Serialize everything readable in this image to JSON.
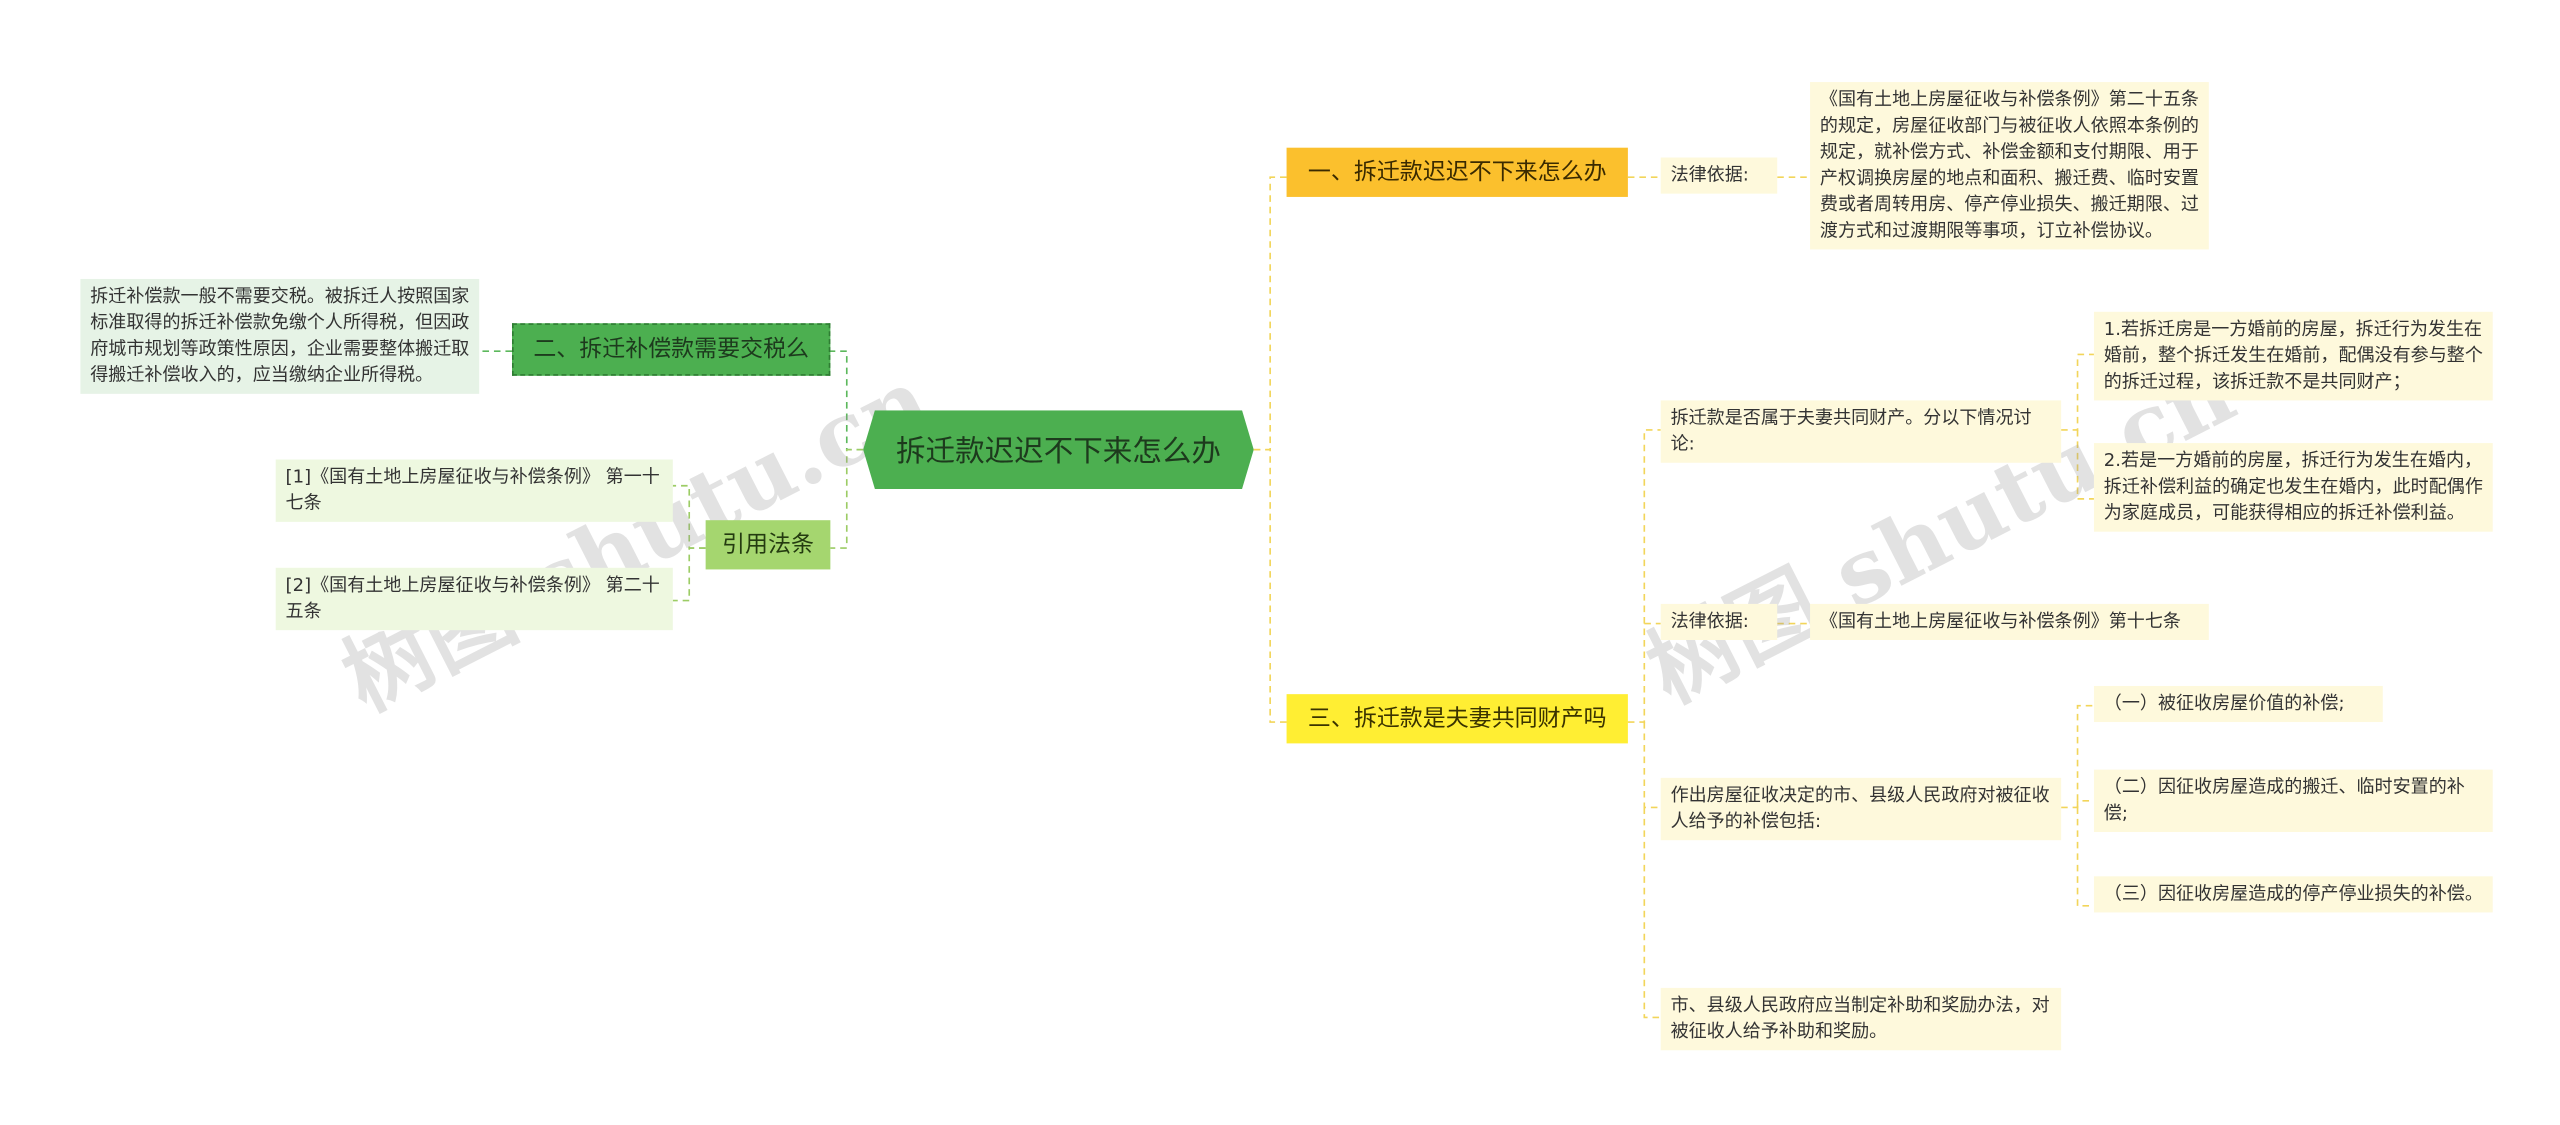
{
  "center": "拆迁款迟迟不下来怎么办",
  "left": {
    "tax": {
      "label": "二、拆迁补偿款需要交税么",
      "note": "拆迁补偿款一般不需要交税。被拆迁人按照国家标准取得的拆迁补偿款免缴个人所得税，但因政府城市规划等政策性原因，企业需要整体搬迁取得搬迁补偿收入的，应当缴纳企业所得税。"
    },
    "refs": {
      "label": "引用法条",
      "items": [
        "[1]《国有土地上房屋征收与补偿条例》 第一十七条",
        "[2]《国有土地上房屋征收与补偿条例》 第二十五条"
      ]
    }
  },
  "right": {
    "q1": {
      "label": "一、拆迁款迟迟不下来怎么办",
      "basis_label": "法律依据:",
      "basis_text": "《国有土地上房屋征收与补偿条例》第二十五条的规定，房屋征收部门与被征收人依照本条例的规定，就补偿方式、补偿金额和支付期限、用于产权调换房屋的地点和面积、搬迁费、临时安置费或者周转用房、停产停业损失、搬迁期限、过渡方式和过渡期限等事项，订立补偿协议。"
    },
    "q3": {
      "label": "三、拆迁款是夫妻共同财产吗",
      "discuss": "拆迁款是否属于夫妻共同财产。分以下情况讨论:",
      "case1": "1.若拆迁房是一方婚前的房屋，拆迁行为发生在婚前，整个拆迁发生在婚前，配偶没有参与整个的拆迁过程，该拆迁款不是共同财产；",
      "case2": "2.若是一方婚前的房屋，拆迁行为发生在婚内，拆迁补偿利益的确定也发生在婚内，此时配偶作为家庭成员，可能获得相应的拆迁补偿利益。",
      "basis_label": "法律依据:",
      "basis_text": "《国有土地上房屋征收与补偿条例》第十七条",
      "comp": "作出房屋征收决定的市、县级人民政府对被征收人给予的补偿包括:",
      "comp_items": [
        "（一）被征收房屋价值的补偿;",
        "（二）因征收房屋造成的搬迁、临时安置的补偿;",
        "（三）因征收房屋造成的停产停业损失的补偿。"
      ],
      "reward": "市、县级人民政府应当制定补助和奖励办法，对被征收人给予补助和奖励。"
    }
  },
  "watermarks": [
    "树图 shutu.cn",
    "树图 shutu.cn"
  ],
  "colors": {
    "center": "#4caf50",
    "orange": "#fbc02d",
    "yellow": "#ffee33",
    "green": "#4caf50",
    "lime": "#a5d66f",
    "cream": "#fef9dc",
    "line": "#f2d55a"
  }
}
